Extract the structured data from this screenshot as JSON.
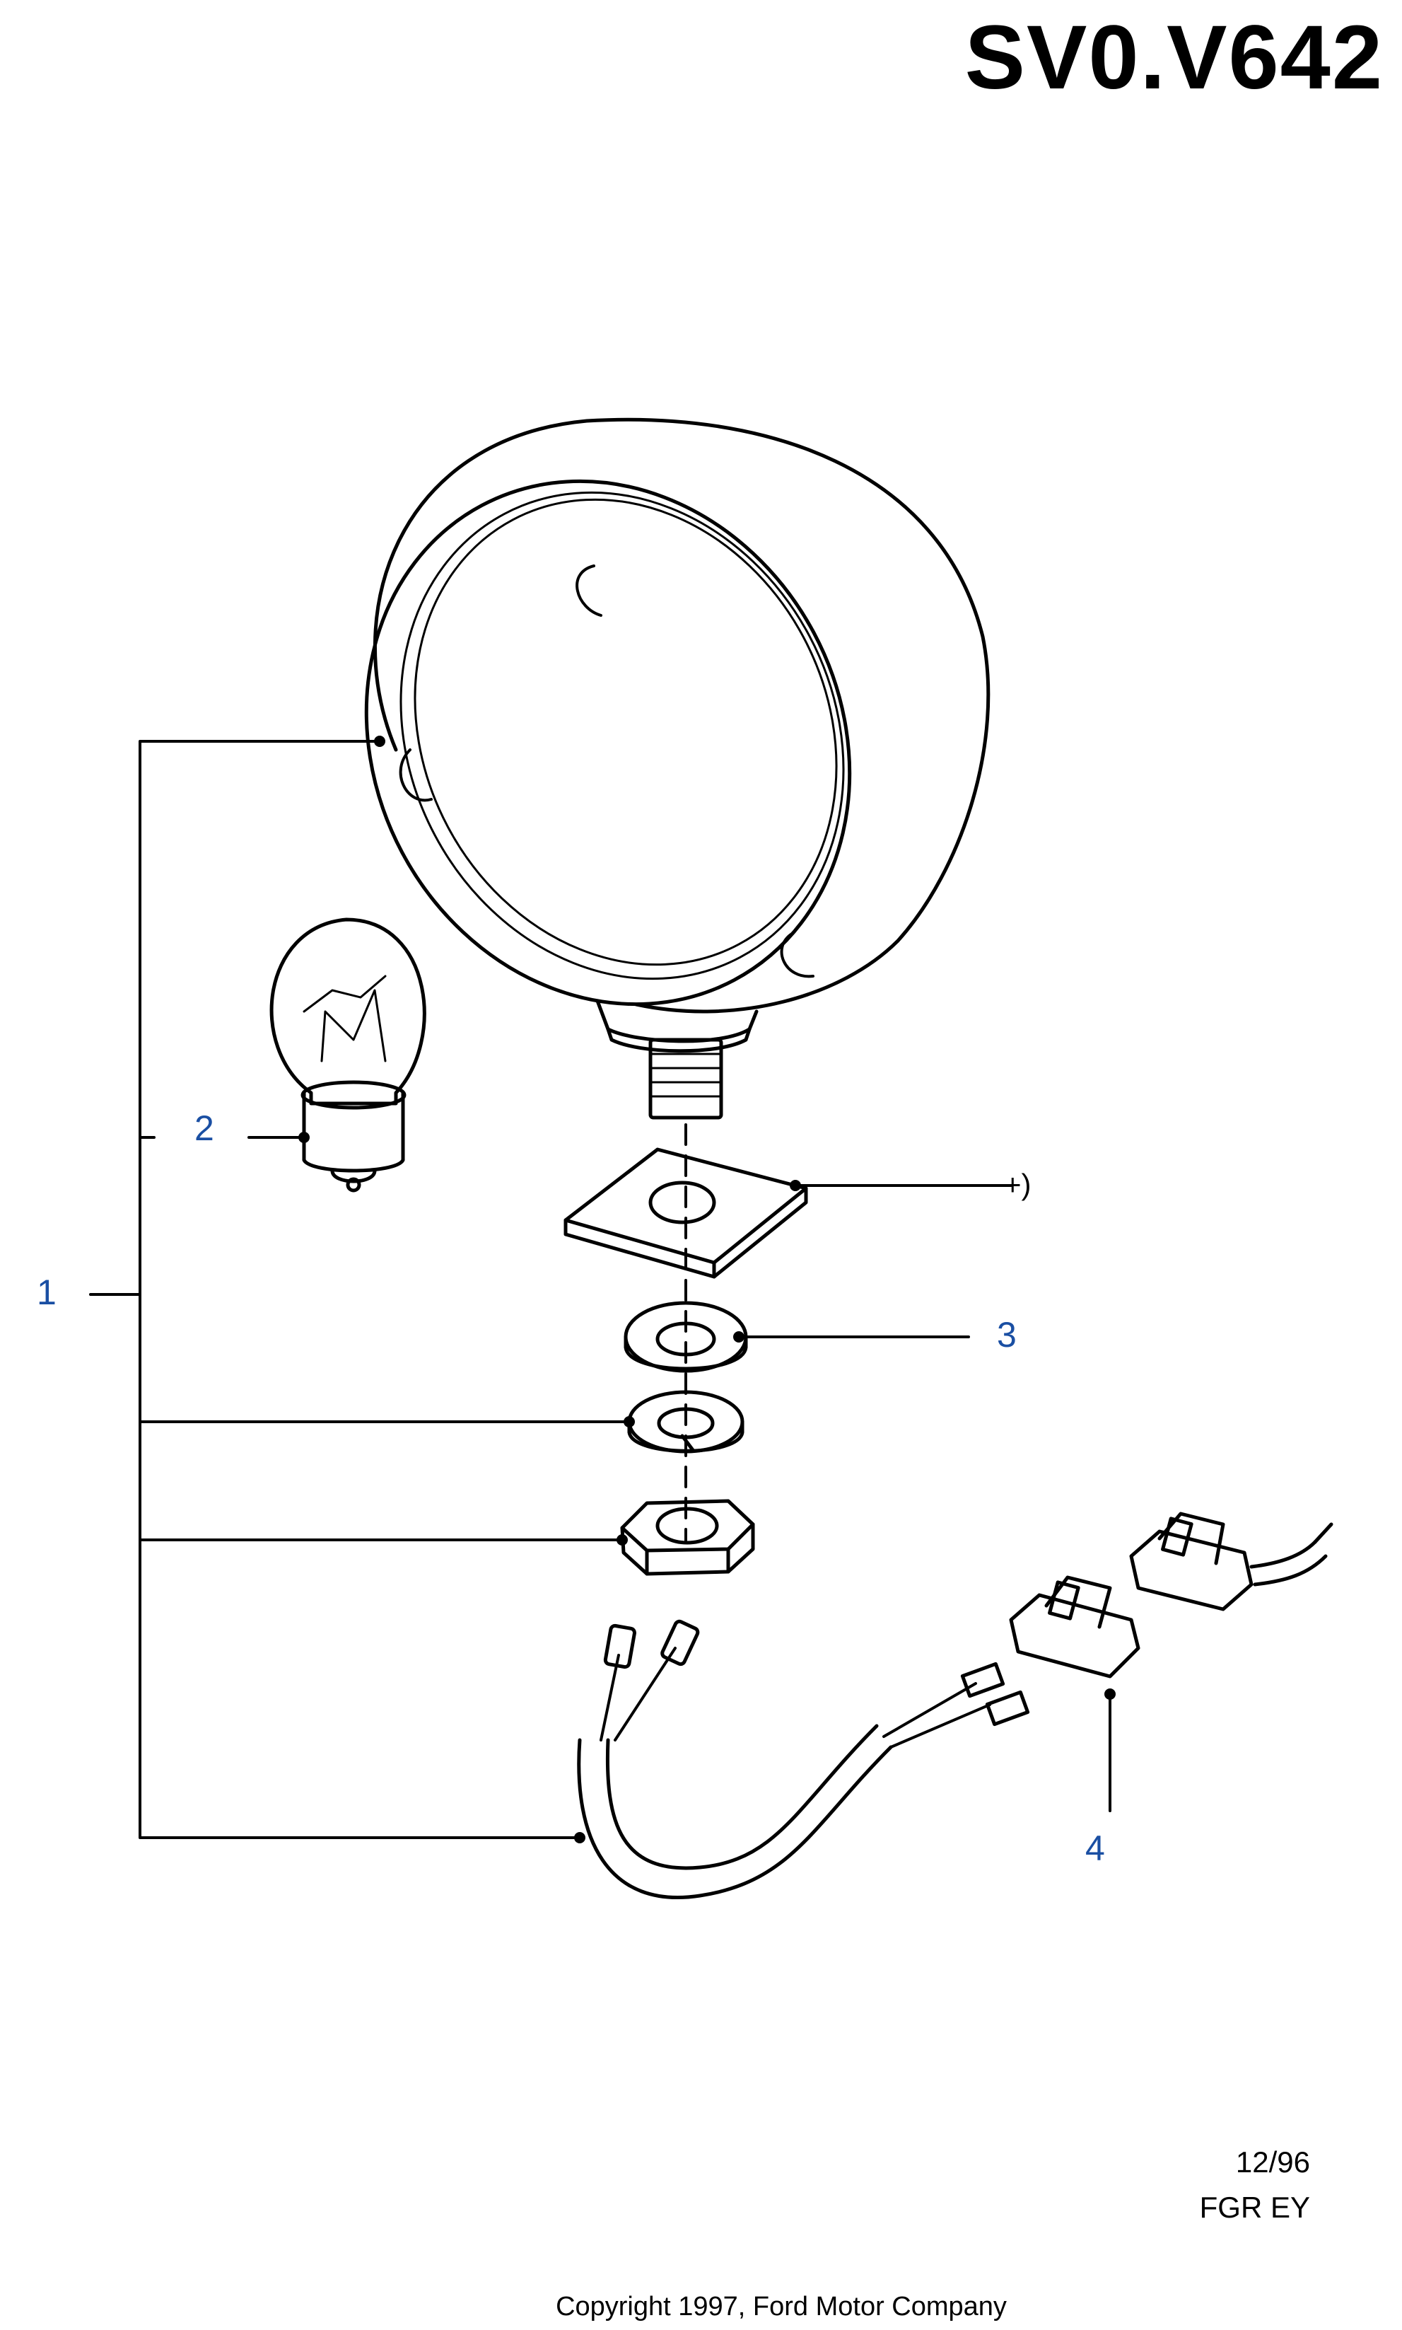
{
  "header": {
    "diagram_code": "SV0.V642"
  },
  "callouts": {
    "item1": "1",
    "item2": "2",
    "item3": "3",
    "item4": "4",
    "note_plus": "+)"
  },
  "footer": {
    "date": "12/96",
    "codes": "FGR  EY",
    "copyright": "Copyright 1997, Ford Motor Company"
  },
  "colors": {
    "callout": "#1a4fa3",
    "line": "#000000",
    "background": "#ffffff"
  },
  "parts": [
    "lamp-housing",
    "bulb",
    "square-gasket",
    "flat-washer",
    "spring-washer",
    "hex-nut",
    "wiring-harness",
    "connector-pair"
  ]
}
